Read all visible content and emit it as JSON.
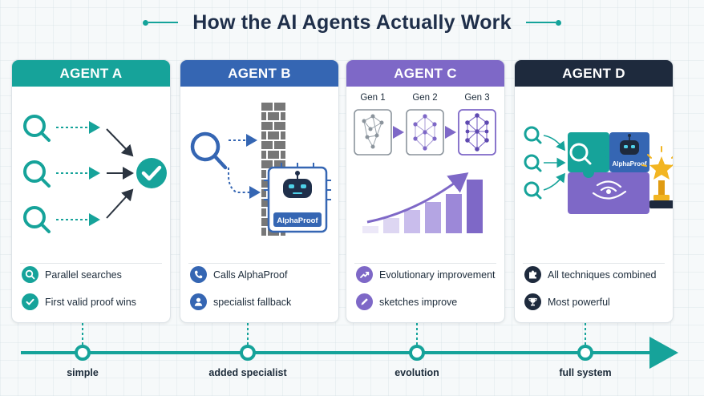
{
  "title": "How the AI Agents Actually Work",
  "agents": [
    {
      "name": "AGENT A",
      "color": "#16a39a",
      "features": [
        "Parallel searches",
        "First valid proof wins"
      ],
      "feature_icons": [
        "search-icon",
        "check-icon"
      ],
      "stage": "simple"
    },
    {
      "name": "AGENT B",
      "color": "#3566b3",
      "badge": "AlphaProof",
      "features": [
        "Calls AlphaProof",
        "specialist fallback"
      ],
      "feature_icons": [
        "phone-icon",
        "user-icon"
      ],
      "stage": "added specialist"
    },
    {
      "name": "AGENT C",
      "color": "#7e68c7",
      "generations": [
        "Gen 1",
        "Gen 2",
        "Gen 3"
      ],
      "features": [
        "Evolutionary improvement",
        "sketches improve"
      ],
      "feature_icons": [
        "trend-up-icon",
        "pencil-icon"
      ],
      "stage": "evolution"
    },
    {
      "name": "AGENT D",
      "color": "#1e2a3d",
      "badge": "AlphaProof",
      "features": [
        "All techniques combined",
        "Most powerful"
      ],
      "feature_icons": [
        "puzzle-icon",
        "trophy-icon"
      ],
      "stage": "full system"
    }
  ],
  "colors": {
    "teal": "#16a39a",
    "blue": "#3566b3",
    "purple": "#7e68c7",
    "navy": "#1e2a3d",
    "gold": "#f2b522"
  }
}
